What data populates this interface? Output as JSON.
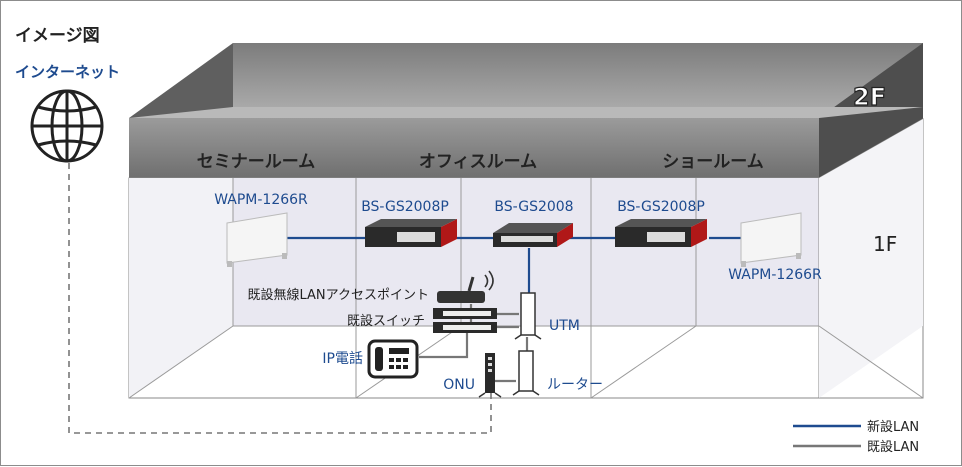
{
  "title": "イメージ図",
  "internet_label": "インターネット",
  "floors": {
    "upper": "2F",
    "lower": "1F"
  },
  "rooms": [
    "セミナールーム",
    "オフィスルーム",
    "ショールーム"
  ],
  "devices": {
    "ap_left": "WAPM-1266R",
    "switch_left": "BS-GS2008P",
    "switch_center": "BS-GS2008",
    "switch_right": "BS-GS2008P",
    "ap_right": "WAPM-1266R",
    "existing_ap": "既設無線LANアクセスポイント",
    "existing_switch": "既設スイッチ",
    "utm": "UTM",
    "ip_phone": "IP電話",
    "onu": "ONU",
    "router": "ルーター"
  },
  "legend": [
    {
      "label": "新設LAN",
      "color": "#1e4b8f"
    },
    {
      "label": "既設LAN",
      "color": "#777777"
    }
  ],
  "colors": {
    "new_lan": "#1e4b8f",
    "existing_lan": "#777777",
    "room_fill": "#e9e8f1"
  }
}
